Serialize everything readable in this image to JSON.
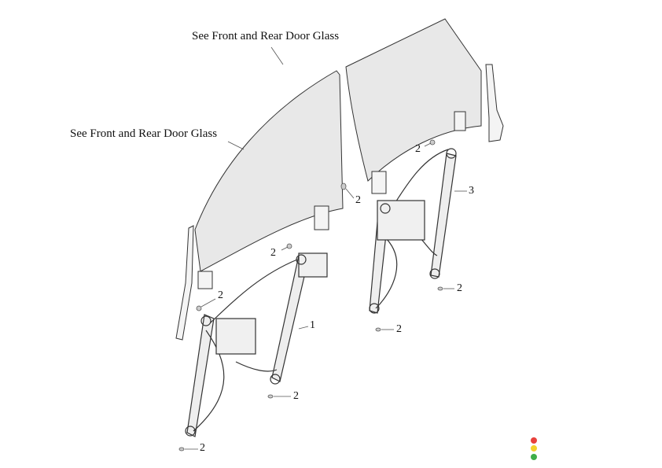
{
  "labels": {
    "glass_rear": "See Front and Rear Door Glass",
    "glass_front": "See Front and Rear Door Glass"
  },
  "callouts": [
    "2",
    "2",
    "2",
    "2",
    "2",
    "2",
    "2",
    "2",
    "1",
    "3"
  ],
  "indicator_colors": {
    "red": "#e8413c",
    "yellow": "#f4d12b",
    "green": "#3fae49"
  }
}
